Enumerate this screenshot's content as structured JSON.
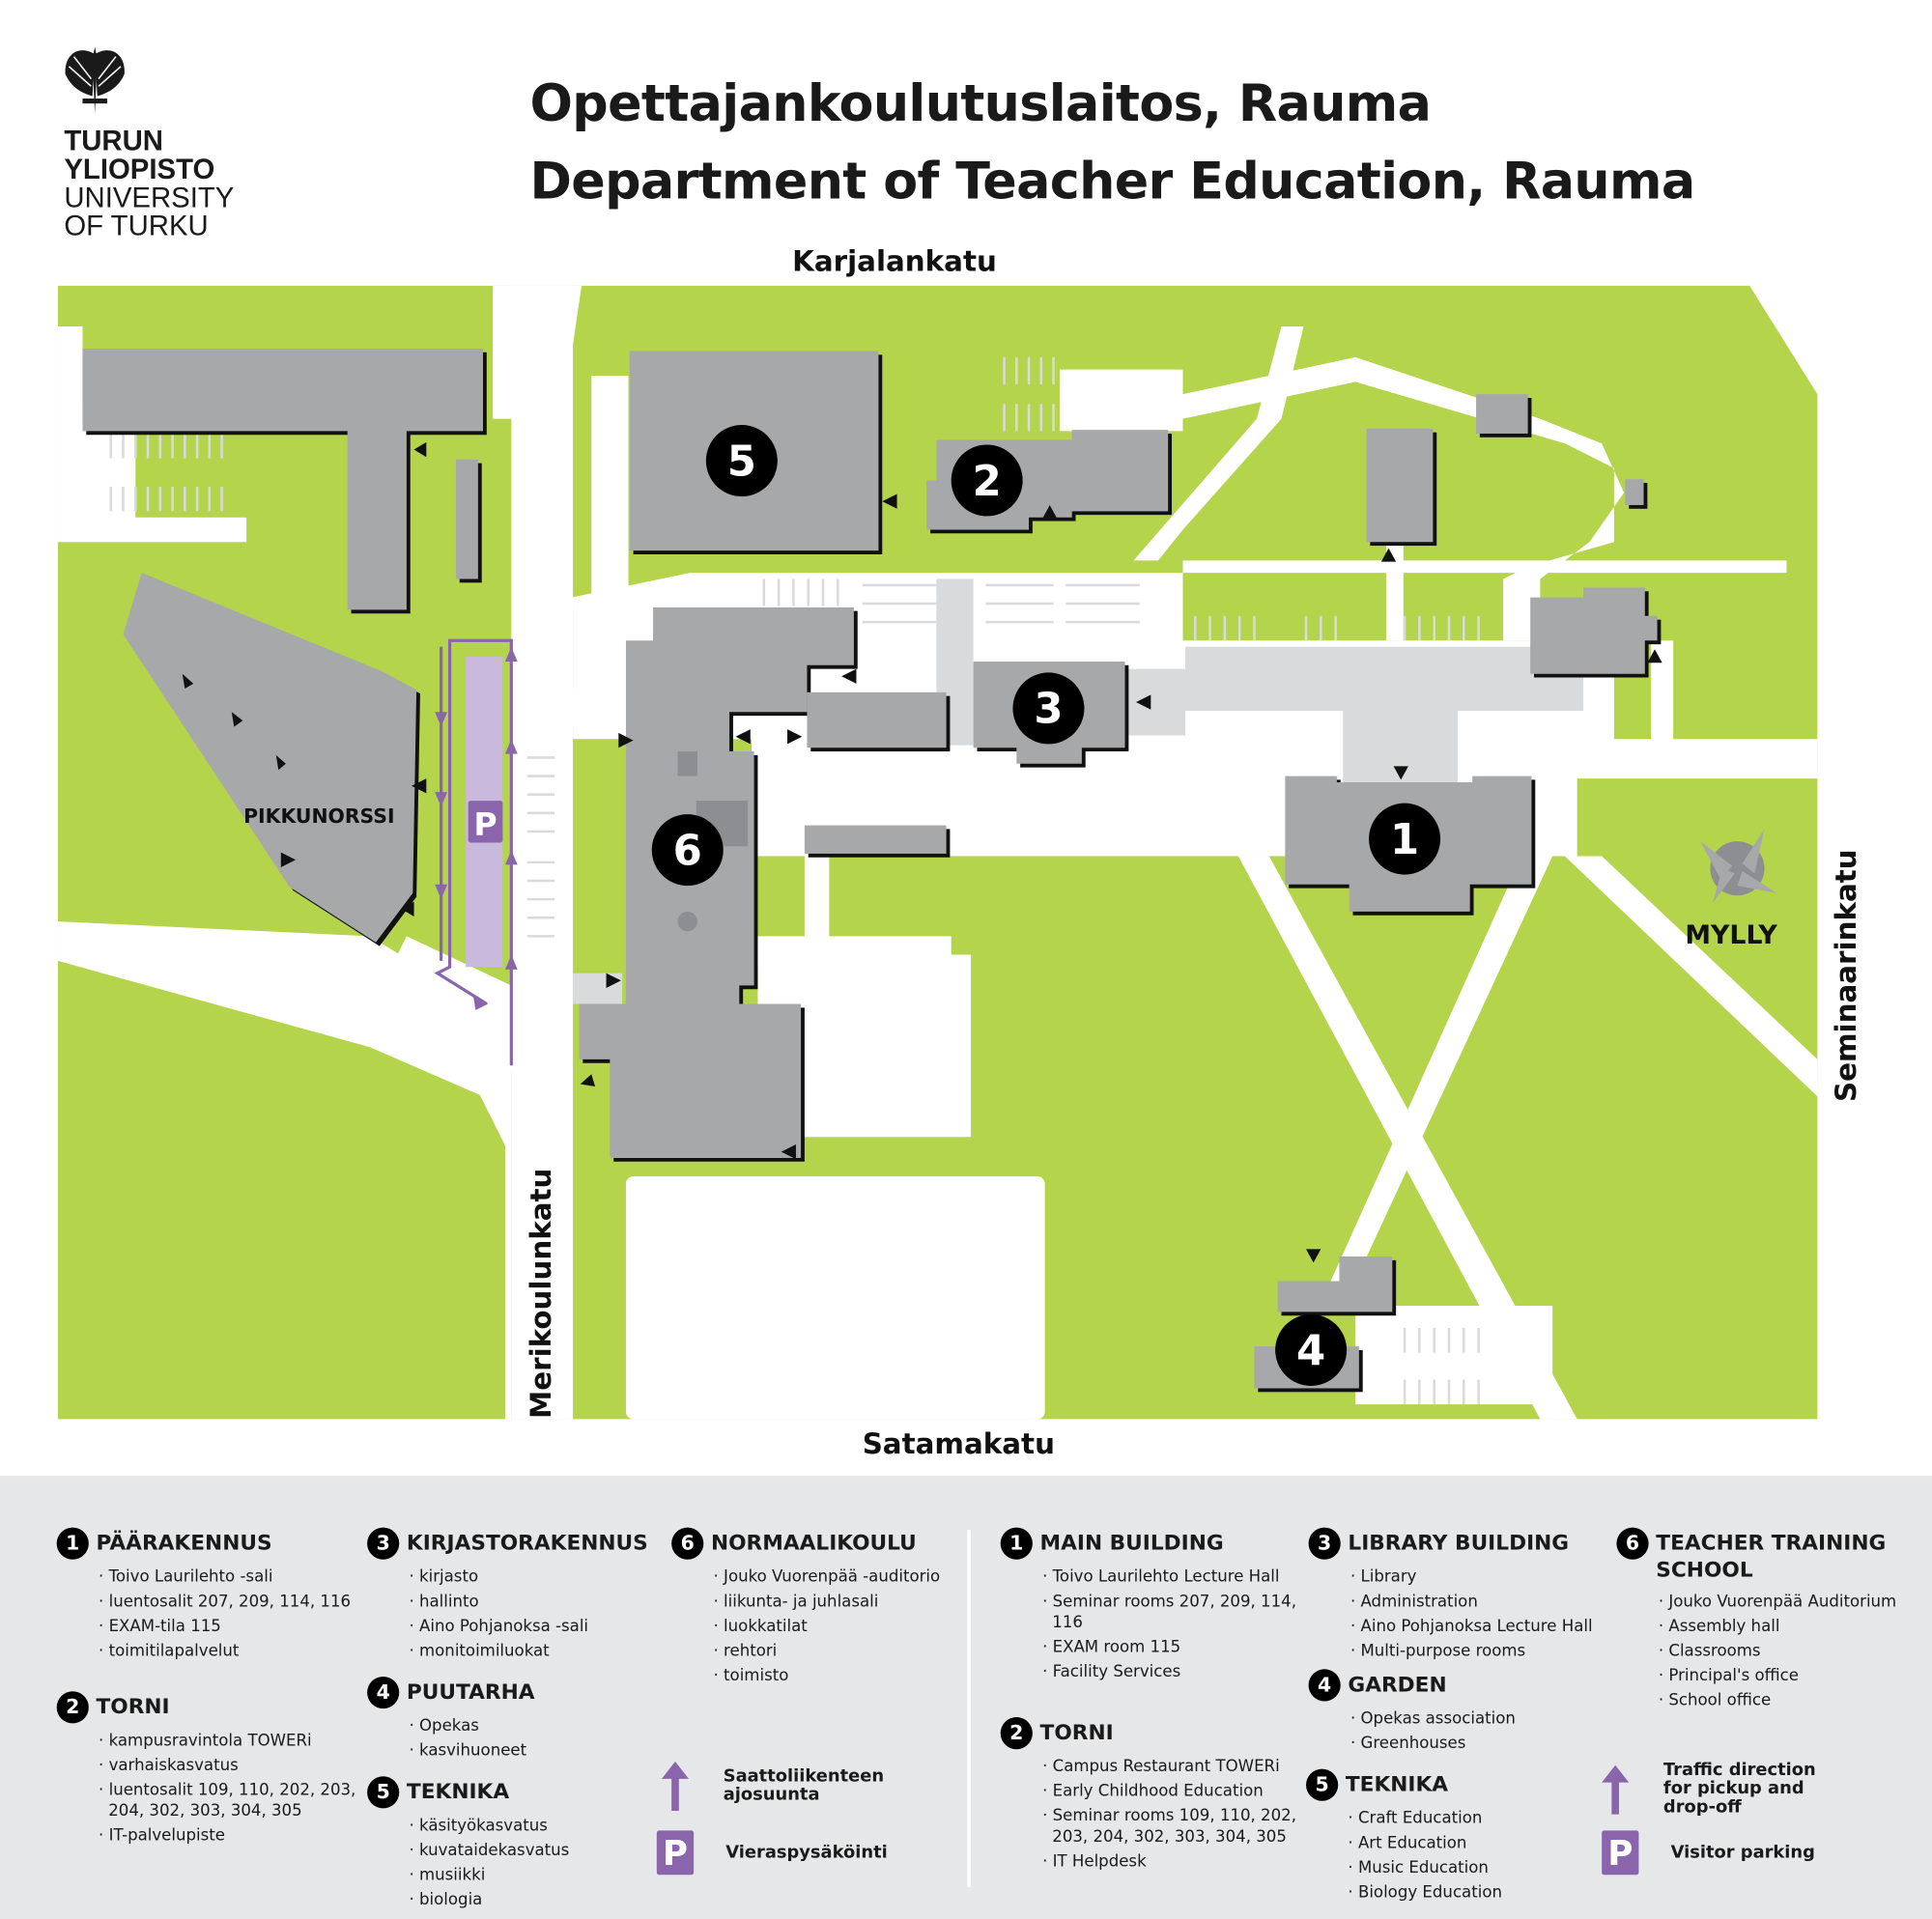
{
  "logo": {
    "line1": "TURUN",
    "line2": "YLIOPISTO",
    "line3": "UNIVERSITY",
    "line4": "OF TURKU",
    "icon": "torch-wings-emblem"
  },
  "title_fi": "Opettajankoulutuslaitos, Rauma",
  "title_en": "Department of Teacher Education, Rauma",
  "streets": {
    "north": "Karjalankatu",
    "south": "Satamakatu",
    "west": "Merikoulunkatu",
    "east": "Seminaarinkatu"
  },
  "map_labels": {
    "pikkunorssi": "PIKKUNORSSI",
    "mylly": "MYLLY",
    "parking": "P"
  },
  "building_numbers": [
    "1",
    "2",
    "3",
    "4",
    "5",
    "6"
  ],
  "colors": {
    "grass": "#b3d44b",
    "building": "#a7a8aa",
    "road": "#ffffff",
    "paved": "#d9dadb",
    "accent": "#8b65ac",
    "legend_bg": "#e6e7e8"
  },
  "legend_fi": [
    {
      "num": "1",
      "title": "PÄÄRAKENNUS",
      "items": [
        "Toivo Laurilehto -sali",
        "luentosalit 207, 209, 114, 116",
        "EXAM-tila 115",
        "toimitilapalvelut"
      ]
    },
    {
      "num": "2",
      "title": "TORNI",
      "items": [
        "kampusravintola TOWERi",
        "varhaiskasvatus",
        "luentosalit 109, 110, 202, 203, 204, 302, 303, 304, 305",
        "IT-palvelupiste"
      ]
    },
    {
      "num": "3",
      "title": "KIRJASTORAKENNUS",
      "items": [
        "kirjasto",
        "hallinto",
        "Aino Pohjanoksa -sali",
        "monitoimiluokat"
      ]
    },
    {
      "num": "4",
      "title": "PUUTARHA",
      "items": [
        "Opekas",
        "kasvihuoneet"
      ]
    },
    {
      "num": "5",
      "title": "TEKNIKA",
      "items": [
        "käsityökasvatus",
        "kuvataidekasvatus",
        "musiikki",
        "biologia"
      ]
    },
    {
      "num": "6",
      "title": "NORMAALIKOULU",
      "items": [
        "Jouko Vuorenpää -auditorio",
        "liikunta- ja juhlasali",
        "luokkatilat",
        "rehtori",
        "toimisto"
      ]
    }
  ],
  "legend_en": [
    {
      "num": "1",
      "title": "MAIN BUILDING",
      "items": [
        "Toivo Laurilehto Lecture Hall",
        "Seminar rooms 207, 209, 114, 116",
        "EXAM room 115",
        "Facility Services"
      ]
    },
    {
      "num": "2",
      "title": "TORNI",
      "items": [
        "Campus Restaurant TOWERi",
        "Early Childhood Education",
        "Seminar rooms 109, 110, 202, 203, 204, 302, 303, 304, 305",
        "IT Helpdesk"
      ]
    },
    {
      "num": "3",
      "title": "LIBRARY BUILDING",
      "items": [
        "Library",
        "Administration",
        "Aino Pohjanoksa Lecture Hall",
        "Multi-purpose rooms"
      ]
    },
    {
      "num": "4",
      "title": "GARDEN",
      "items": [
        "Opekas association",
        "Greenhouses"
      ]
    },
    {
      "num": "5",
      "title": "TEKNIKA",
      "items": [
        "Craft Education",
        "Art Education",
        "Music Education",
        "Biology Education"
      ]
    },
    {
      "num": "6",
      "title": "TEACHER TRAINING SCHOOL",
      "items": [
        "Jouko Vuorenpää Auditorium",
        "Assembly hall",
        "Classrooms",
        "Principal's office",
        "School office"
      ]
    }
  ],
  "keys_fi": {
    "traffic": "Saattoliikenteen ajosuunta",
    "parking": "Vieraspysäköinti"
  },
  "keys_en": {
    "traffic": "Traffic direction for pickup and drop-off",
    "parking": "Visitor parking"
  }
}
